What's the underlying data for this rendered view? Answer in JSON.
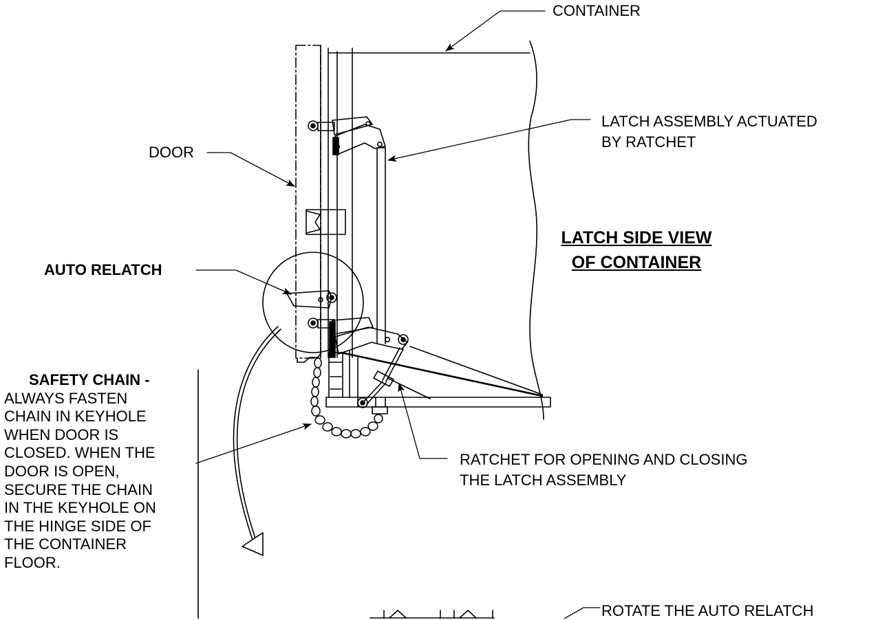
{
  "labels": {
    "container": "CONTAINER",
    "latch_assembly_line1": "LATCH ASSEMBLY ACTUATED",
    "latch_assembly_line2": "BY RATCHET",
    "door": "DOOR",
    "auto_relatch": "AUTO RELATCH",
    "ratchet_line1": "RATCHET FOR OPENING AND CLOSING",
    "ratchet_line2": "THE LATCH ASSEMBLY",
    "rotate_partial": "ROTATE THE AUTO RELATCH"
  },
  "view_title": {
    "line1": "LATCH SIDE VIEW",
    "line2": "OF CONTAINER"
  },
  "safety_note": {
    "heading": "SAFETY CHAIN -",
    "lines": [
      "ALWAYS FASTEN",
      "CHAIN IN KEYHOLE",
      "WHEN DOOR IS",
      "CLOSED. WHEN THE",
      "DOOR IS OPEN,",
      "SECURE THE CHAIN",
      "IN THE KEYHOLE ON",
      "THE HINGE SIDE OF",
      "THE CONTAINER",
      "FLOOR."
    ]
  }
}
